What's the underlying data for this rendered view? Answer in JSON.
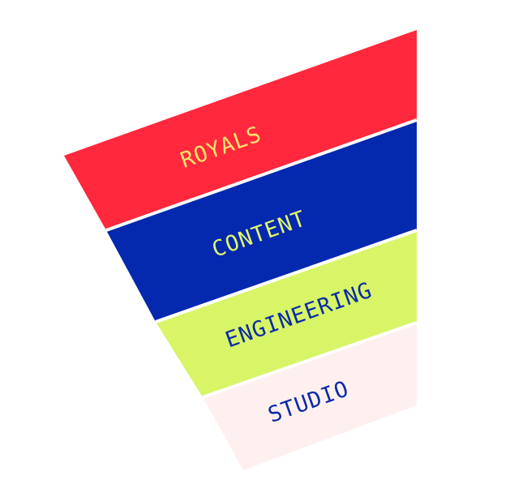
{
  "funnel": {
    "tiers": [
      {
        "label": "ROYALS",
        "fill": "#FF283C",
        "text_color": "#FFE36E"
      },
      {
        "label": "CONTENT",
        "fill": "#0428AE",
        "text_color": "#E1F56A"
      },
      {
        "label": "ENGINEERING",
        "fill": "#D8F568",
        "text_color": "#0B2BA7"
      },
      {
        "label": "STUDIO",
        "fill": "#FFF0F0",
        "text_color": "#0B2BA7"
      }
    ],
    "divider_color": "#FFFFFF",
    "background": "#FFFFFF"
  }
}
